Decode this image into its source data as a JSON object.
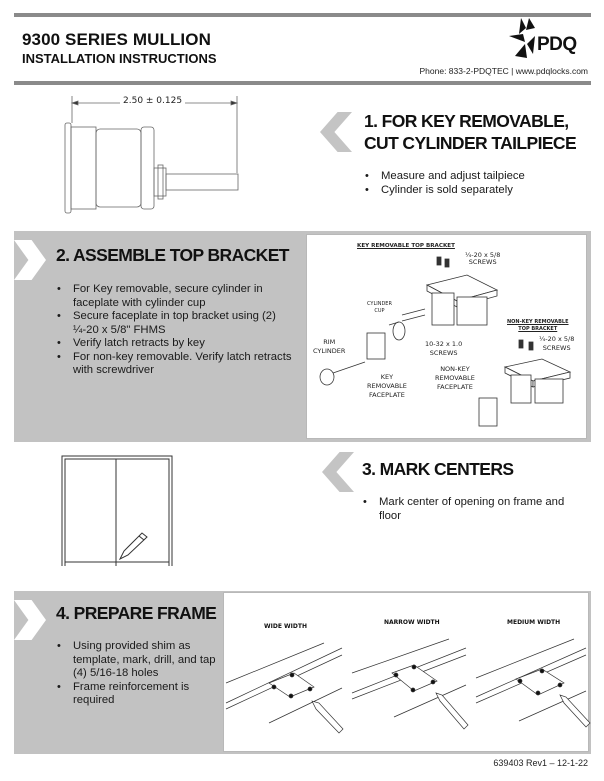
{
  "header": {
    "title": "9300 SERIES MULLION",
    "subtitle": "INSTALLATION INSTRUCTIONS",
    "logo_text": "PDQ",
    "contact": "Phone: 833-2-PDQTEC | www.pdqlocks.com"
  },
  "step1": {
    "title_line1": "1. FOR KEY REMOVABLE,",
    "title_line2": "CUT CYLINDER TAILPIECE",
    "bullets": [
      "Measure and adjust tailpiece",
      "Cylinder is sold separately"
    ],
    "dimension_label": "2.50 ± 0.125"
  },
  "step2": {
    "title": "2. ASSEMBLE TOP BRACKET",
    "bullets": [
      "For Key removable, secure cylinder in faceplate with cylinder cup",
      "Secure faceplate in top bracket using (2) ¼-20 x 5/8\" FHMS",
      "Verify latch retracts by key",
      "For non-key removable. Verify latch retracts with screwdriver"
    ],
    "diagram": {
      "key_removable_top_bracket": "KEY REMOVABLE TOP BRACKET",
      "screws_top_1": "¼-20 x 5/8",
      "screws_top_1b": "SCREWS",
      "cylinder_cup_1": "CYLINDER",
      "cylinder_cup_2": "CUP",
      "rim_cylinder_1": "RIM",
      "rim_cylinder_2": "CYLINDER",
      "screws_10_32_1": "10-32 x 1.0",
      "screws_10_32_2": "SCREWS",
      "key_faceplate_1": "KEY",
      "key_faceplate_2": "REMOVABLE",
      "key_faceplate_3": "FACEPLATE",
      "non_key_top_bracket_1": "NON-KEY REMOVABLE",
      "non_key_top_bracket_2": "TOP BRACKET",
      "screws_top_2": "¼-20 x 5/8",
      "screws_top_2b": "SCREWS",
      "non_key_faceplate_1": "NON-KEY",
      "non_key_faceplate_2": "REMOVABLE",
      "non_key_faceplate_3": "FACEPLATE"
    }
  },
  "step3": {
    "title": "3. MARK CENTERS",
    "bullets": [
      "Mark center of opening on frame and floor"
    ]
  },
  "step4": {
    "title": "4. PREPARE FRAME",
    "bullets": [
      "Using provided shim as template, mark, drill, and tap (4) 5/16-18 holes",
      "Frame reinforcement is required"
    ],
    "widths": [
      "WIDE WIDTH",
      "NARROW WIDTH",
      "MEDIUM WIDTH"
    ]
  },
  "footer": {
    "doc_number": "639403 Rev1 – 12-1-22"
  }
}
